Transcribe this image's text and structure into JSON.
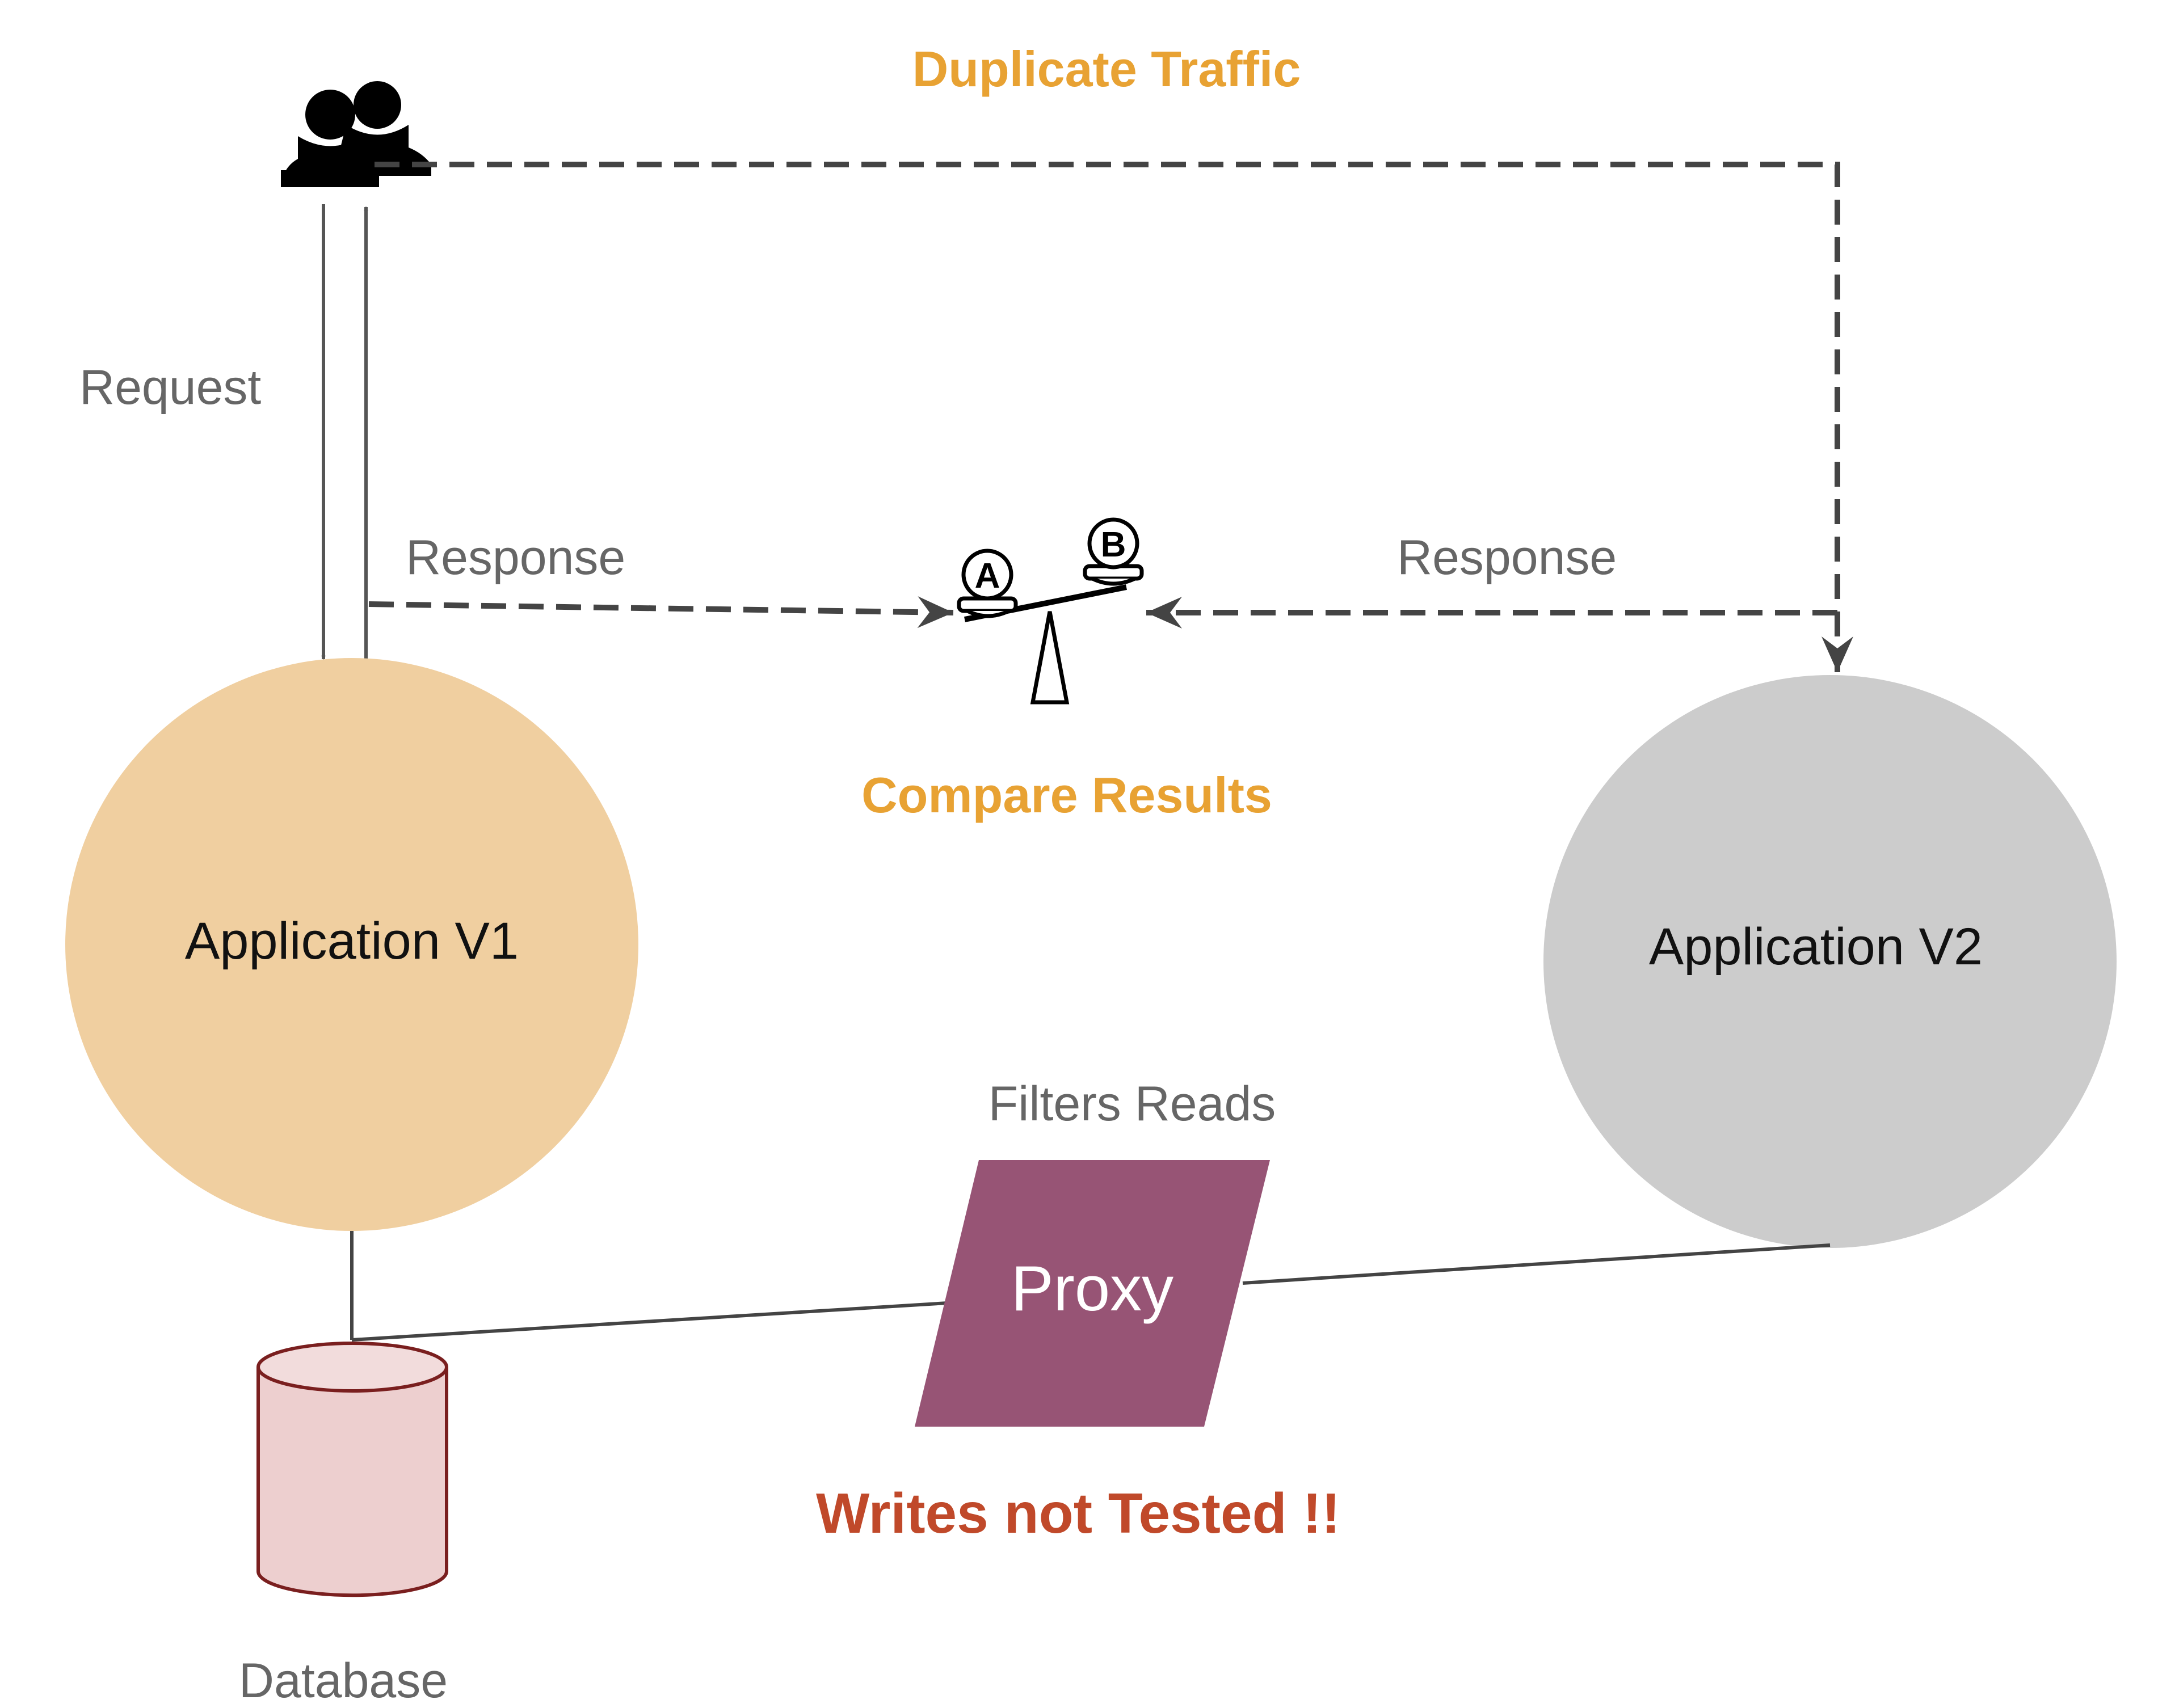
{
  "labels": {
    "duplicate_traffic": "Duplicate Traffic",
    "request": "Request",
    "response_left": "Response",
    "response_right": "Response",
    "compare_results": "Compare Results",
    "app_v1": "Application V1",
    "app_v2": "Application V2",
    "filters_reads": "Filters Reads",
    "proxy": "Proxy",
    "writes_not_tested": "Writes not Tested !!",
    "database": "Database",
    "scale_a": "A",
    "scale_b": "B"
  },
  "colors": {
    "accent_orange": "#E8A233",
    "warning_red": "#C0492A",
    "app_v1_fill": "#F0CFA0",
    "app_v2_fill": "#CCCCCC",
    "proxy_fill": "#975475",
    "database_fill": "#EDCFCF",
    "database_stroke": "#7A1F1F"
  },
  "icons": {
    "users": "users-icon",
    "scale": "balance-scale-icon",
    "database": "database-cylinder-icon"
  }
}
